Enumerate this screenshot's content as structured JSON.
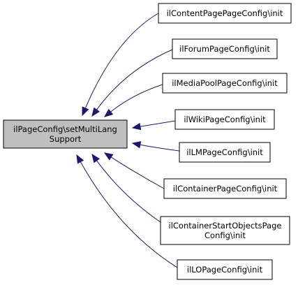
{
  "diagram": {
    "focus": {
      "id": "focus",
      "lines": [
        "ilPageConfig\\setMultiLang",
        "Support"
      ]
    },
    "callers": [
      {
        "id": "content",
        "lines": [
          "ilContentPagePageConfig\\init"
        ]
      },
      {
        "id": "forum",
        "lines": [
          "ilForumPageConfig\\init"
        ]
      },
      {
        "id": "mediapool",
        "lines": [
          "ilMediaPoolPageConfig\\init"
        ]
      },
      {
        "id": "wiki",
        "lines": [
          "ilWikiPageConfig\\init"
        ]
      },
      {
        "id": "lm",
        "lines": [
          "ilLMPageConfig\\init"
        ]
      },
      {
        "id": "container",
        "lines": [
          "ilContainerPageConfig\\init"
        ]
      },
      {
        "id": "containerstart",
        "lines": [
          "ilContainerStartObjectsPage",
          "Config\\init"
        ]
      },
      {
        "id": "lo",
        "lines": [
          "ilLOPageConfig\\init"
        ]
      }
    ],
    "colors": {
      "edge": "#191970",
      "focus_fill": "#bfbfbf",
      "node_fill": "#ffffff",
      "border": "#000000"
    }
  }
}
